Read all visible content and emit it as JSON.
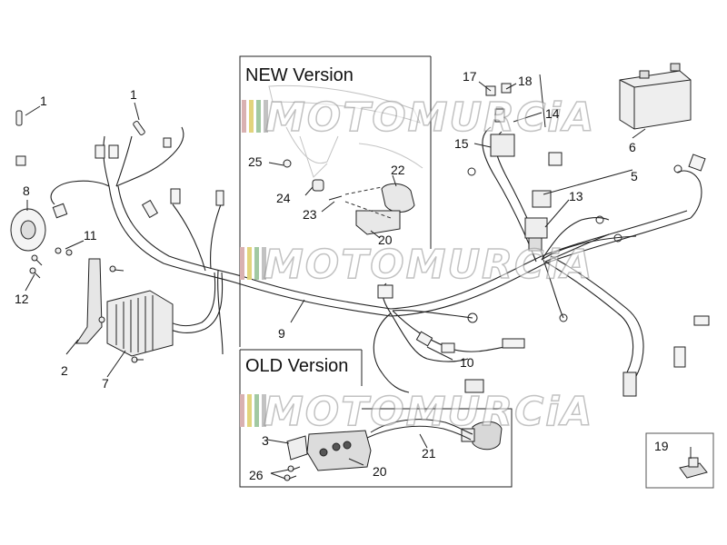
{
  "version_boxes": {
    "new_title": "NEW Version",
    "old_title": "OLD Version"
  },
  "watermark": {
    "text": "MOTOMURCiA",
    "bar_colors": [
      "#d8b0b0",
      "#e0d27a",
      "#9fc79f",
      "#bfbfbf"
    ]
  },
  "part_labels": {
    "p1a": "1",
    "p1b": "1",
    "p2": "2",
    "p3": "3",
    "p5": "5",
    "p6": "6",
    "p7": "7",
    "p8": "8",
    "p9": "9",
    "p10": "10",
    "p11": "11",
    "p12": "12",
    "p13": "13",
    "p14": "14",
    "p15": "15",
    "p17": "17",
    "p18": "18",
    "p19": "19",
    "p20a": "20",
    "p20b": "20",
    "p21": "21",
    "p22": "22",
    "p23": "23",
    "p24": "24",
    "p25": "25",
    "p26": "26"
  },
  "colors": {
    "line": "#222222",
    "faint": "#b8b8b8",
    "component_fill": "#f4f4f4",
    "dark_fill": "#555555"
  }
}
